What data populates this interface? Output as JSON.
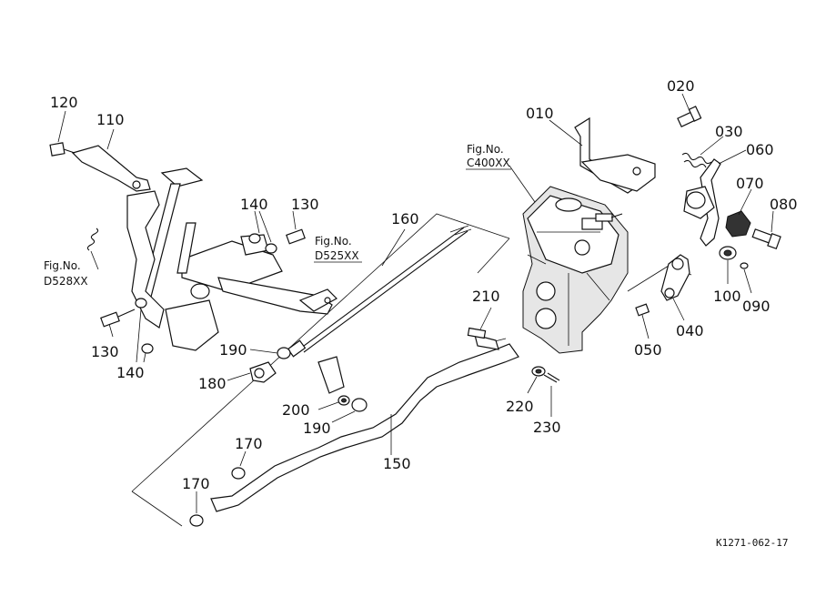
{
  "parts": [
    {
      "id": "p010",
      "label": "010"
    },
    {
      "id": "p020",
      "label": "020"
    },
    {
      "id": "p030",
      "label": "030"
    },
    {
      "id": "p040",
      "label": "040"
    },
    {
      "id": "p050",
      "label": "050"
    },
    {
      "id": "p060",
      "label": "060"
    },
    {
      "id": "p070",
      "label": "070"
    },
    {
      "id": "p080",
      "label": "080"
    },
    {
      "id": "p090",
      "label": "090"
    },
    {
      "id": "p100",
      "label": "100"
    },
    {
      "id": "p110",
      "label": "110"
    },
    {
      "id": "p120",
      "label": "120"
    },
    {
      "id": "p130a",
      "label": "130"
    },
    {
      "id": "p130b",
      "label": "130"
    },
    {
      "id": "p140a",
      "label": "140"
    },
    {
      "id": "p140b",
      "label": "140"
    },
    {
      "id": "p150",
      "label": "150"
    },
    {
      "id": "p160",
      "label": "160"
    },
    {
      "id": "p170a",
      "label": "170"
    },
    {
      "id": "p170b",
      "label": "170"
    },
    {
      "id": "p180",
      "label": "180"
    },
    {
      "id": "p190a",
      "label": "190"
    },
    {
      "id": "p190b",
      "label": "190"
    },
    {
      "id": "p200",
      "label": "200"
    },
    {
      "id": "p210",
      "label": "210"
    },
    {
      "id": "p220",
      "label": "220"
    },
    {
      "id": "p230",
      "label": "230"
    }
  ],
  "figure_refs": [
    {
      "id": "ref-c400",
      "line1": "Fig.No.",
      "line2": "C400XX"
    },
    {
      "id": "ref-d525",
      "line1": "Fig.No.",
      "line2": "D525XX"
    },
    {
      "id": "ref-d528",
      "line1": "Fig.No.",
      "line2": "D528XX"
    }
  ],
  "drawing_code": "K1271-062-17"
}
